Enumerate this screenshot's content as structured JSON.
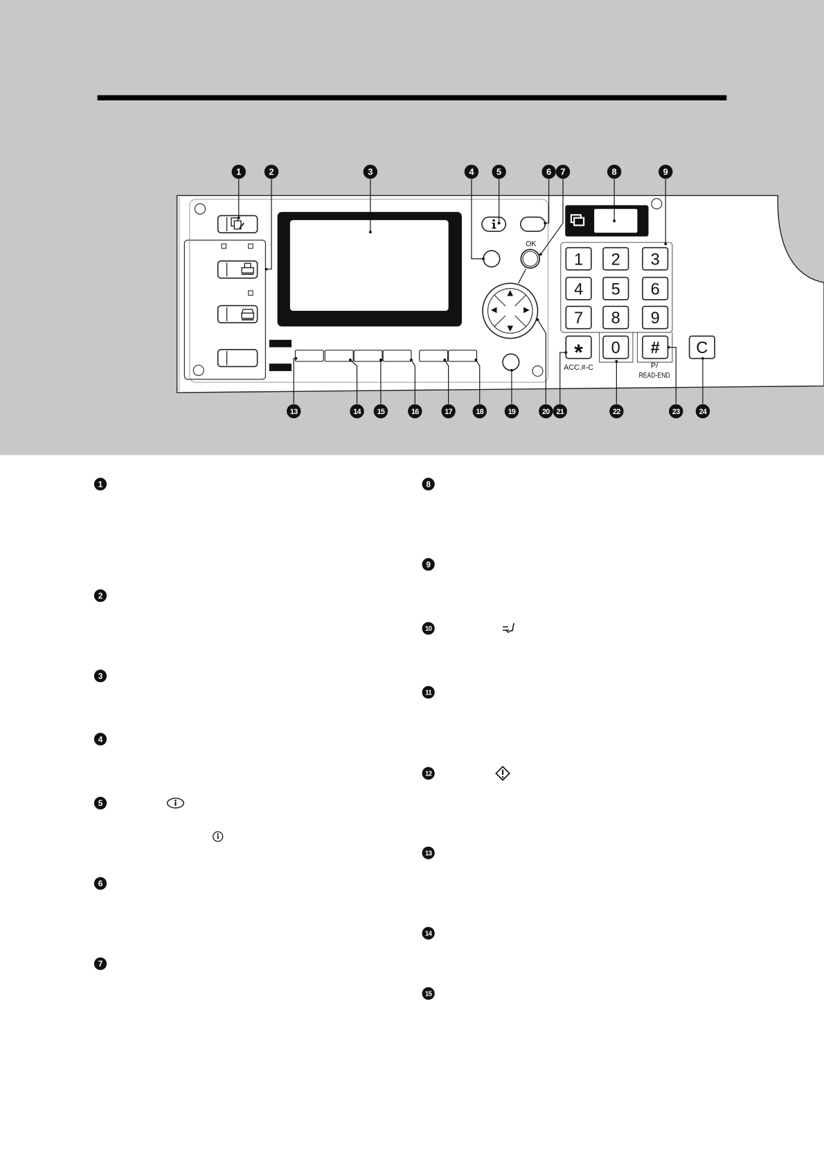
{
  "page": {
    "band_color": "#c8c8c8",
    "rule_color": "#000000"
  },
  "diagram": {
    "callouts_top": [
      "1",
      "2",
      "3",
      "4",
      "5",
      "6",
      "7",
      "8",
      "9"
    ],
    "callouts_bottom": [
      "13",
      "14",
      "15",
      "16",
      "17",
      "18",
      "19",
      "20",
      "21",
      "22",
      "23",
      "24"
    ],
    "ok_label": "OK",
    "keypad": {
      "row1": [
        "1",
        "2",
        "3"
      ],
      "row2": [
        "4",
        "5",
        "6"
      ],
      "row3": [
        "7",
        "8",
        "9"
      ],
      "row4": [
        "*",
        "0",
        "#"
      ],
      "clear_key": "C"
    },
    "star_key_caption": "ACC.#-C",
    "hash_key_caption": [
      "P/",
      "READ-END"
    ],
    "function_key_icons": [
      "copy-icon",
      "printer-icon",
      "scanner-icon"
    ],
    "info_key_icon": "info-icon",
    "counter_display_icon": "copy-icon",
    "navigation_icons": [
      "up-arrow-icon",
      "down-arrow-icon",
      "left-arrow-icon",
      "right-arrow-icon"
    ]
  },
  "descriptions": {
    "left_numbers": [
      "1",
      "2",
      "3",
      "4",
      "5",
      "6",
      "7"
    ],
    "right_numbers": [
      "8",
      "9",
      "10",
      "11",
      "12",
      "13",
      "14",
      "15"
    ],
    "inline_icons": {
      "item_5": [
        "info-icon",
        "info-circle-icon"
      ],
      "item_10": "pause-redial-icon",
      "item_12": "start-icon"
    }
  }
}
